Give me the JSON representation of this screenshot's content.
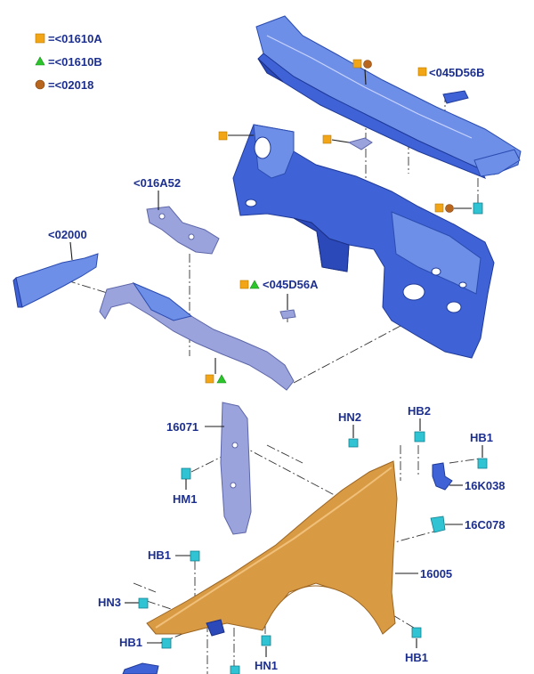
{
  "legend": [
    {
      "symbol": "square",
      "color": "#f2a516",
      "text": "=<01610A"
    },
    {
      "symbol": "triangle",
      "color": "#2bc42b",
      "text": "=<01610B"
    },
    {
      "symbol": "circle",
      "color": "#b8661e",
      "text": "=<02018"
    }
  ],
  "symbol_colors": {
    "square": "#f2a516",
    "triangle": "#2bc42b",
    "circle": "#b8661e"
  },
  "labels": {
    "cowl_bracket": "<045D56B",
    "bracket_016a52": "<016A52",
    "bracket_02000": "<02000",
    "bracket_045d56a": "<045D56A",
    "bracket_16071": "16071",
    "fastener_hm1": "HM1",
    "fastener_hn2": "HN2",
    "fastener_hb2": "HB2",
    "fastener_hb1_right": "HB1",
    "bracket_16k038": "16K038",
    "bracket_16c078": "16C078",
    "fender_16005": "16005",
    "fastener_hb1_left_top": "HB1",
    "fastener_hn3": "HN3",
    "fastener_hb1_left_bottom": "HB1",
    "fastener_hn1": "HN1",
    "fastener_hb1_bottom_right": "HB1"
  }
}
